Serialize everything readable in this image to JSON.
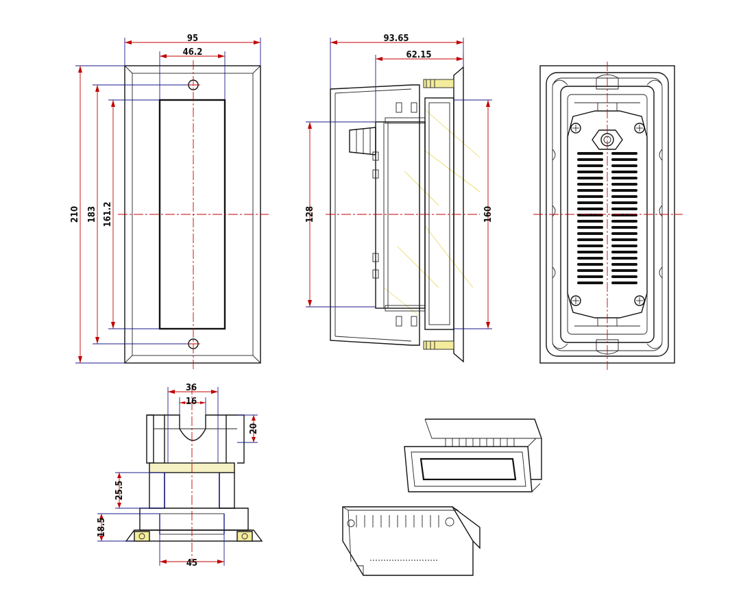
{
  "dimensions": {
    "front_width": "95",
    "front_window_width": "46.2",
    "front_height": "210",
    "front_hole_spacing": "183",
    "front_window_height": "161.2",
    "side_depth": "93.65",
    "side_body_depth": "62.15",
    "side_body_height": "128",
    "side_flange_height": "160",
    "bottom_outer_width": "36",
    "bottom_slot_width": "16",
    "bottom_slot_depth": "20",
    "bottom_gland_height": "25.5",
    "bottom_flange_height": "18.5",
    "bottom_base_width": "45"
  },
  "colors": {
    "outline": "#111111",
    "dimension": "#c00000",
    "hidden": "#e6d85a",
    "blue": "#1a1a8a"
  }
}
